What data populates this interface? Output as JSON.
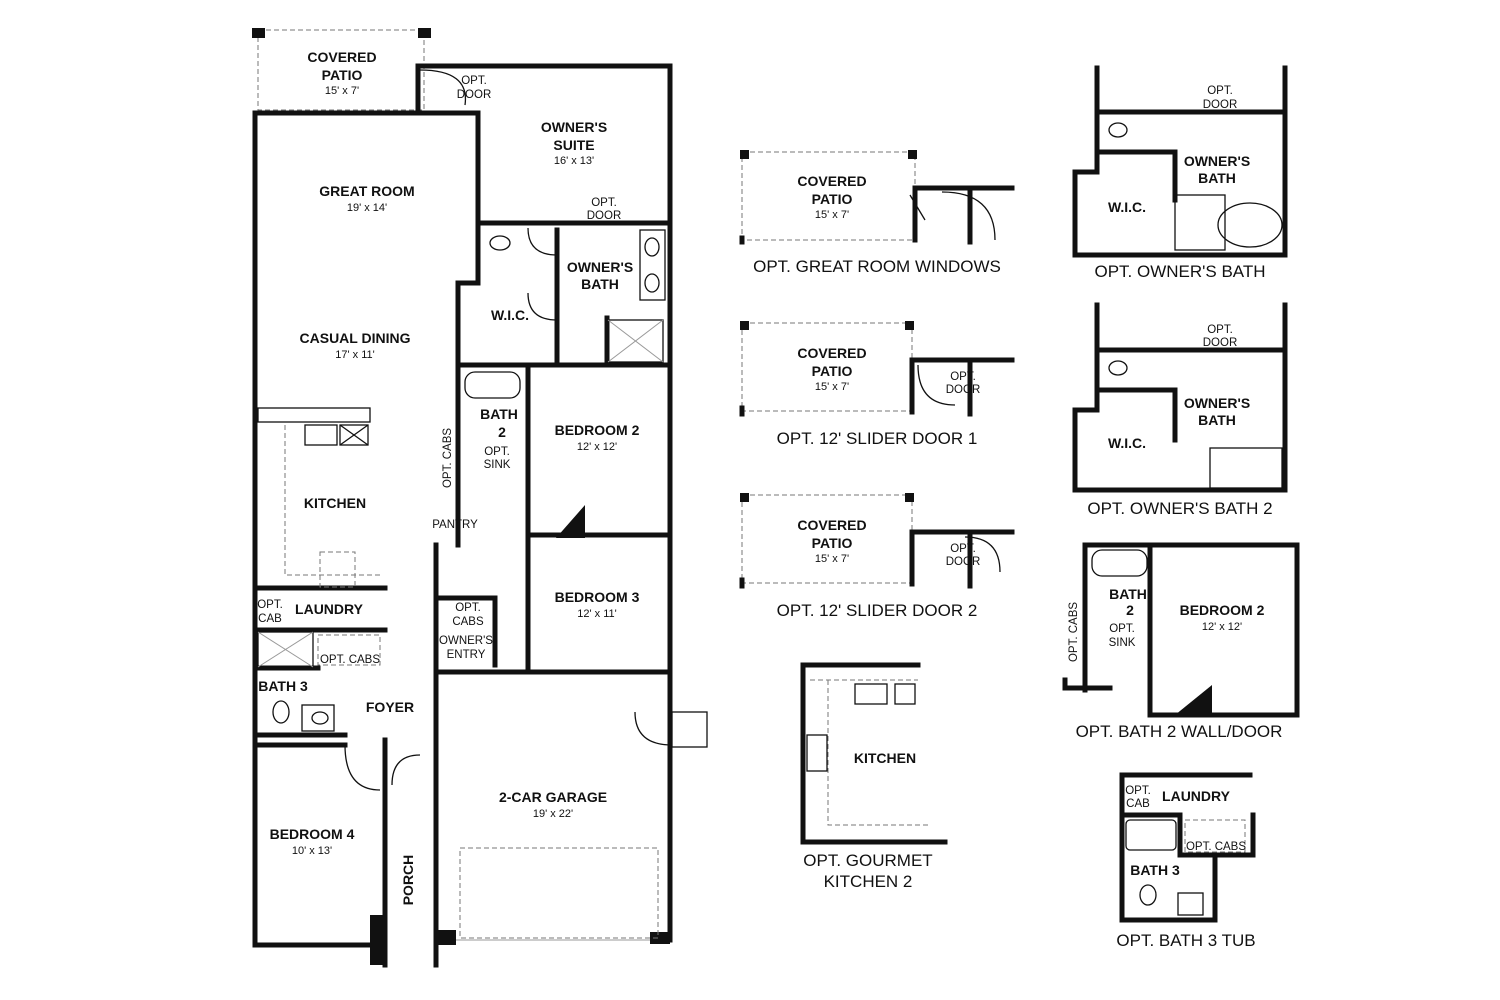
{
  "main_plan": {
    "covered_patio": {
      "name1": "COVERED",
      "name2": "PATIO",
      "size": "15' x 7'"
    },
    "patio_opt_door": {
      "l1": "OPT.",
      "l2": "DOOR"
    },
    "owners_suite": {
      "name1": "OWNER'S",
      "name2": "SUITE",
      "size": "16' x 13'"
    },
    "great_room": {
      "name": "GREAT ROOM",
      "size": "19' x 14'"
    },
    "suite_opt_door": {
      "l1": "OPT.",
      "l2": "DOOR"
    },
    "owners_bath": {
      "name1": "OWNER'S",
      "name2": "BATH"
    },
    "wic": "W.I.C.",
    "casual_dining": {
      "name": "CASUAL DINING",
      "size": "17' x 11'"
    },
    "bath2": {
      "name1": "BATH",
      "name2": "2",
      "sink1": "OPT.",
      "sink2": "SINK"
    },
    "bath2_opt_cabs": "OPT. CABS",
    "bedroom2": {
      "name": "BEDROOM 2",
      "size": "12' x 12'"
    },
    "kitchen": "KITCHEN",
    "pantry": "PANTRY",
    "bedroom3": {
      "name": "BEDROOM 3",
      "size": "12' x 11'"
    },
    "laundry_opt_cab": {
      "l1": "OPT.",
      "l2": "CAB"
    },
    "laundry": "LAUNDRY",
    "entry_opt_cabs": {
      "l1": "OPT.",
      "l2": "CABS"
    },
    "owners_entry": {
      "l1": "OWNER'S",
      "l2": "ENTRY"
    },
    "laundry_opt_cabs": "OPT. CABS",
    "bath3": "BATH 3",
    "foyer": "FOYER",
    "garage": {
      "name": "2-CAR GARAGE",
      "size": "19' x 22'"
    },
    "bedroom4": {
      "name": "BEDROOM 4",
      "size": "10' x 13'"
    },
    "porch": "PORCH"
  },
  "options": {
    "great_room_windows": {
      "patio1": "COVERED",
      "patio2": "PATIO",
      "size": "15' x 7'",
      "caption": "OPT. GREAT ROOM WINDOWS"
    },
    "slider_door_1": {
      "patio1": "COVERED",
      "patio2": "PATIO",
      "size": "15' x 7'",
      "door1": "OPT.",
      "door2": "DOOR",
      "caption": "OPT. 12' SLIDER DOOR 1"
    },
    "slider_door_2": {
      "patio1": "COVERED",
      "patio2": "PATIO",
      "size": "15' x 7'",
      "door1": "OPT.",
      "door2": "DOOR",
      "caption": "OPT. 12' SLIDER DOOR 2"
    },
    "gourmet_kitchen_2": {
      "kitchen": "KITCHEN",
      "caption1": "OPT. GOURMET",
      "caption2": "KITCHEN 2"
    },
    "owners_bath": {
      "door1": "OPT.",
      "door2": "DOOR",
      "bath1": "OWNER'S",
      "bath2": "BATH",
      "wic": "W.I.C.",
      "caption": "OPT. OWNER'S BATH"
    },
    "owners_bath_2": {
      "door1": "OPT.",
      "door2": "DOOR",
      "bath1": "OWNER'S",
      "bath2": "BATH",
      "wic": "W.I.C.",
      "caption": "OPT. OWNER'S BATH 2"
    },
    "bath2_wall_door": {
      "bath1": "BATH",
      "bath2": "2",
      "sink1": "OPT.",
      "sink2": "SINK",
      "cabs": "OPT. CABS",
      "bedroom": "BEDROOM 2",
      "size": "12' x 12'",
      "caption": "OPT. BATH 2 WALL/DOOR"
    },
    "bath3_tub": {
      "cab1": "OPT.",
      "cab2": "CAB",
      "laundry": "LAUNDRY",
      "cabs": "OPT. CABS",
      "bath": "BATH 3",
      "caption": "OPT. BATH 3 TUB"
    }
  }
}
